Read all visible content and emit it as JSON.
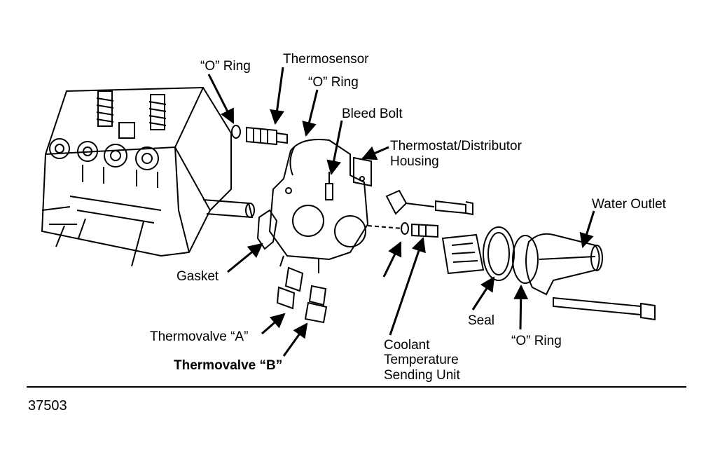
{
  "labels": {
    "o_ring_1": "“O” Ring",
    "thermosensor": "Thermosensor",
    "o_ring_2": "“O” Ring",
    "bleed_bolt": "Bleed Bolt",
    "housing_line1": "Thermostat/Distributor",
    "housing_line2": "Housing",
    "water_outlet": "Water Outlet",
    "gasket": "Gasket",
    "thermovalve_a": "Thermovalve “A”",
    "thermovalve_b": "Thermovalve “B”",
    "coolant_line1": "Coolant",
    "coolant_line2": "Temperature",
    "coolant_line3": "Sending Unit",
    "seal": "Seal",
    "o_ring_3": "“O” Ring"
  },
  "figure_number": "37503"
}
